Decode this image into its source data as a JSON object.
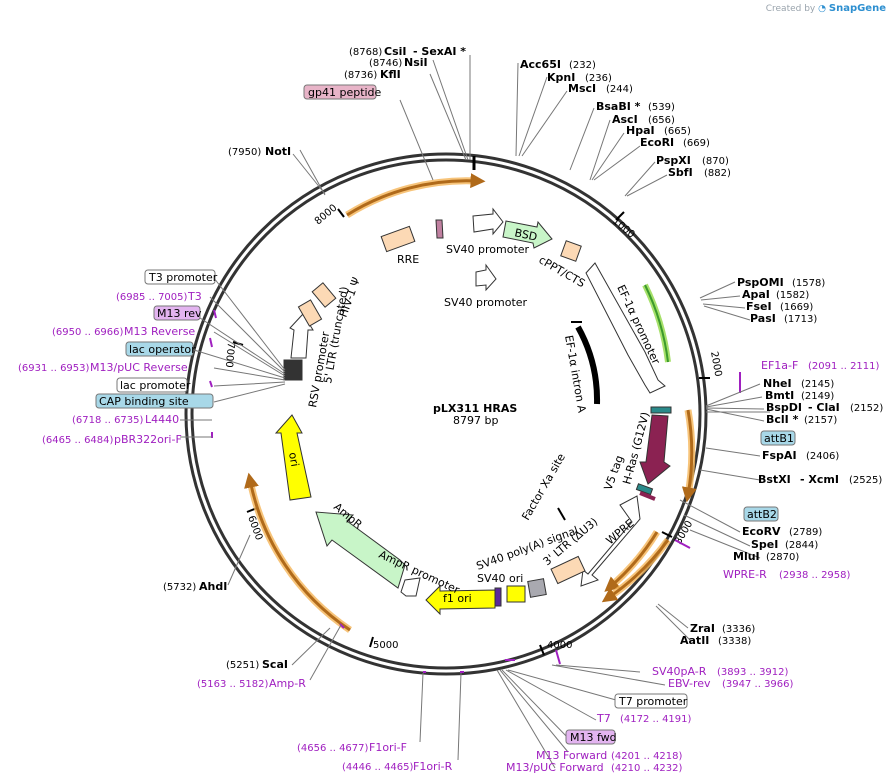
{
  "credit": {
    "prefix": "Created by",
    "brand": "SnapGene"
  },
  "plasmid": {
    "name": "pLX311 HRAS",
    "length_label": "8797 bp"
  },
  "ticks": [
    "1000",
    "2000",
    "3000",
    "4000",
    "5000",
    "6000",
    "7000",
    "8000"
  ],
  "features": {
    "bsd": "BSD",
    "hras": "H-Ras (G12V)",
    "v5": "V5 tag",
    "f1ori": "f1 ori",
    "ori": "ori",
    "ampr": "AmpR",
    "ampr_promoter": "AmpR promoter",
    "wpre": "WPRE",
    "ltr3": "3' LTR (ΔU3)",
    "sv40polya": "SV40 poly(A) signal",
    "sv40ori": "SV40 ori",
    "factorxa": "Factor Xa site",
    "ef1a_intron": "EF-1α intron A",
    "ef1a_promoter": "EF-1α promoter",
    "cppt": "cPPT/CTS",
    "rre": "RRE",
    "sv40_promoter_1": "SV40 promoter",
    "sv40_promoter_2": "SV40 promoter",
    "hiv_psi": "HIV-1 Ψ",
    "ltr5": "5' LTR (truncated)",
    "rsv": "RSV promoter"
  },
  "enzymes": [
    {
      "name": "CsiI",
      "extra": "- SexAI *",
      "pos": "(8768)"
    },
    {
      "name": "NsiI",
      "extra": "",
      "pos": "(8746)"
    },
    {
      "name": "KflI",
      "extra": "",
      "pos": "(8736)"
    },
    {
      "name": "NotI",
      "extra": "",
      "pos": "(7950)"
    },
    {
      "name": "Acc65I",
      "extra": "",
      "pos": "(232)"
    },
    {
      "name": "KpnI",
      "extra": "",
      "pos": "(236)"
    },
    {
      "name": "MscI",
      "extra": "",
      "pos": "(244)"
    },
    {
      "name": "BsaBI *",
      "extra": "",
      "pos": "(539)"
    },
    {
      "name": "AscI",
      "extra": "",
      "pos": "(656)"
    },
    {
      "name": "HpaI",
      "extra": "",
      "pos": "(665)"
    },
    {
      "name": "EcoRI",
      "extra": "",
      "pos": "(669)"
    },
    {
      "name": "PspXI",
      "extra": "",
      "pos": "(870)"
    },
    {
      "name": "SbfI",
      "extra": "",
      "pos": "(882)"
    },
    {
      "name": "PspOMI",
      "extra": "",
      "pos": "(1578)"
    },
    {
      "name": "ApaI",
      "extra": "",
      "pos": "(1582)"
    },
    {
      "name": "FseI",
      "extra": "",
      "pos": "(1669)"
    },
    {
      "name": "PasI",
      "extra": "",
      "pos": "(1713)"
    },
    {
      "name": "NheI",
      "extra": "",
      "pos": "(2145)"
    },
    {
      "name": "BmtI",
      "extra": "",
      "pos": "(2149)"
    },
    {
      "name": "BspDI",
      "extra": "- ClaI",
      "pos": "(2152)"
    },
    {
      "name": "BclI *",
      "extra": "",
      "pos": "(2157)"
    },
    {
      "name": "FspAI",
      "extra": "",
      "pos": "(2406)"
    },
    {
      "name": "BstXI",
      "extra": "- XcmI",
      "pos": "(2525)"
    },
    {
      "name": "EcoRV",
      "extra": "",
      "pos": "(2789)"
    },
    {
      "name": "SpeI",
      "extra": "",
      "pos": "(2844)"
    },
    {
      "name": "MluI",
      "extra": "",
      "pos": "(2870)"
    },
    {
      "name": "ZraI",
      "extra": "",
      "pos": "(3336)"
    },
    {
      "name": "AatII",
      "extra": "",
      "pos": "(3338)"
    },
    {
      "name": "ScaI",
      "extra": "",
      "pos": "(5251)"
    },
    {
      "name": "AhdI",
      "extra": "",
      "pos": "(5732)"
    }
  ],
  "primers": [
    {
      "name": "EF1a-F",
      "pos": "(2091 .. 2111)"
    },
    {
      "name": "WPRE-R",
      "pos": "(2938 .. 2958)"
    },
    {
      "name": "SV40pA-R",
      "pos": "(3893 .. 3912)"
    },
    {
      "name": "EBV-rev",
      "pos": "(3947 .. 3966)"
    },
    {
      "name": "T7",
      "pos": "(4172 .. 4191)"
    },
    {
      "name": "M13 Forward",
      "pos": "(4201 .. 4218)"
    },
    {
      "name": "M13/pUC Forward",
      "pos": "(4210 .. 4232)"
    },
    {
      "name": "F1ori-F",
      "pos": "(4656 .. 4677)"
    },
    {
      "name": "F1ori-R",
      "pos": "(4446 .. 4465)"
    },
    {
      "name": "Amp-R",
      "pos": "(5163 .. 5182)"
    },
    {
      "name": "pBR322ori-F",
      "pos": "(6465 .. 6484)"
    },
    {
      "name": "L4440",
      "pos": "(6718 .. 6735)"
    },
    {
      "name": "M13/pUC Reverse",
      "pos": "(6931 .. 6953)"
    },
    {
      "name": "M13 Reverse",
      "pos": "(6950 .. 6966)"
    },
    {
      "name": "T3",
      "pos": "(6985 .. 7005)"
    }
  ],
  "boxed": {
    "gp41": "gp41 peptide",
    "attB1": "attB1",
    "attB2": "attB2",
    "t7_promoter": "T7 promoter",
    "m13_fwd": "M13 fwd",
    "t3_promoter": "T3 promoter",
    "m13_rev": "M13 rev",
    "lac_operator": "lac operator",
    "lac_promoter": "lac promoter",
    "cap_site": "CAP binding site"
  },
  "colors": {
    "backbone": "#333333",
    "primer": "#a020c0",
    "orf_highlight": "#f5b559",
    "hras": "#8b2252",
    "bsd": "#c8f5c8",
    "ori": "#ffff00",
    "ampr": "#c8f5c8",
    "ltr": "#fcd9b5",
    "gp41_box": "#e8b4c8",
    "blue_box": "#a8d8e8",
    "purple_box": "#e3b4f0"
  }
}
